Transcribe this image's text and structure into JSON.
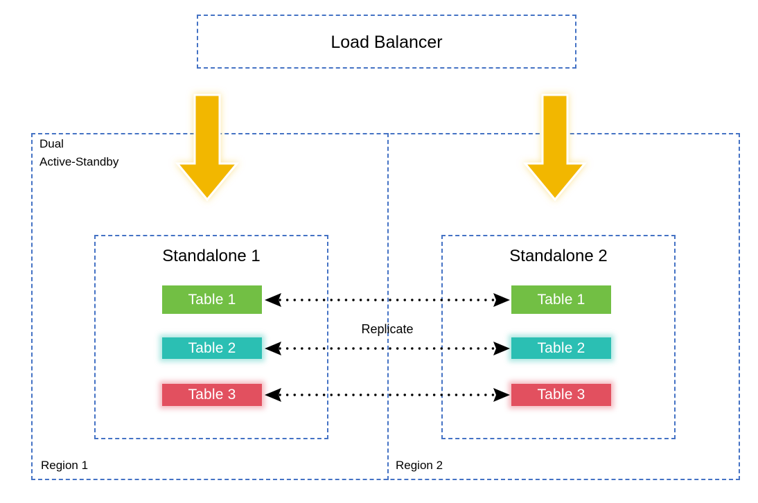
{
  "diagram": {
    "title_box": {
      "label": "Load Balancer"
    },
    "outer_region": {
      "corner_label_line1": "Dual",
      "corner_label_line2": "Active-Standby",
      "left_label": "Region 1",
      "right_label": "Region 2"
    },
    "replication_label": "Replicate",
    "clusters": [
      {
        "name": "Standalone 1",
        "tables": [
          {
            "label": "Table 1",
            "color": "#72BF44"
          },
          {
            "label": "Table 2",
            "color": "#2BBFB3"
          },
          {
            "label": "Table 3",
            "color": "#E2505F"
          }
        ]
      },
      {
        "name": "Standalone 2",
        "tables": [
          {
            "label": "Table 1",
            "color": "#72BF44"
          },
          {
            "label": "Table 2",
            "color": "#2BBFB3"
          },
          {
            "label": "Table 3",
            "color": "#E2505F"
          }
        ]
      }
    ],
    "colors": {
      "dashed_border": "#4472C4",
      "traffic_arrow": "#F2B705",
      "replication_line": "#000000",
      "text": "#000000"
    },
    "icons": {
      "traffic_arrow_left": "down-arrow-icon",
      "traffic_arrow_right": "down-arrow-icon",
      "replicate_row_1": "bidirectional-dotted-arrow-icon",
      "replicate_row_2": "bidirectional-dotted-arrow-icon",
      "replicate_row_3": "bidirectional-dotted-arrow-icon"
    }
  }
}
